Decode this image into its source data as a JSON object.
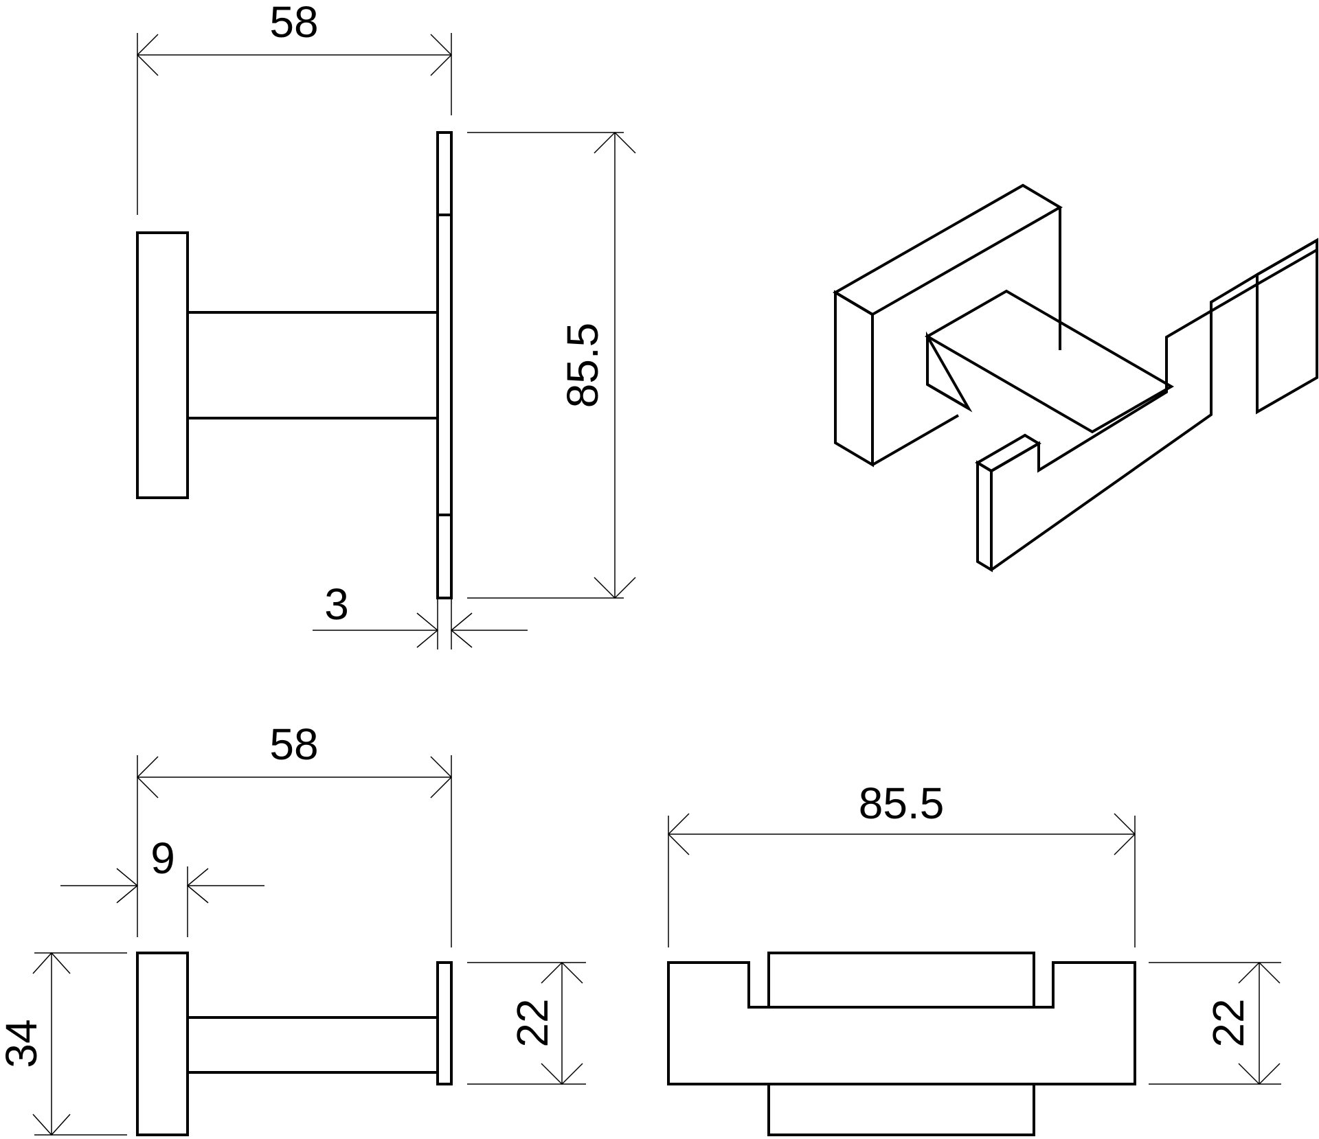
{
  "drawing": {
    "colors": {
      "line": "#000000",
      "background": "#ffffff"
    },
    "side_view": {
      "dim_depth": "58",
      "dim_height": "85.5",
      "dim_plate_thickness": "3"
    },
    "isometric_view": {},
    "top_view": {
      "dim_depth": "58",
      "dim_base_thickness": "9",
      "dim_base_height": "34",
      "dim_hook_height": "22"
    },
    "front_view": {
      "dim_width": "85.5",
      "dim_height": "22"
    }
  }
}
